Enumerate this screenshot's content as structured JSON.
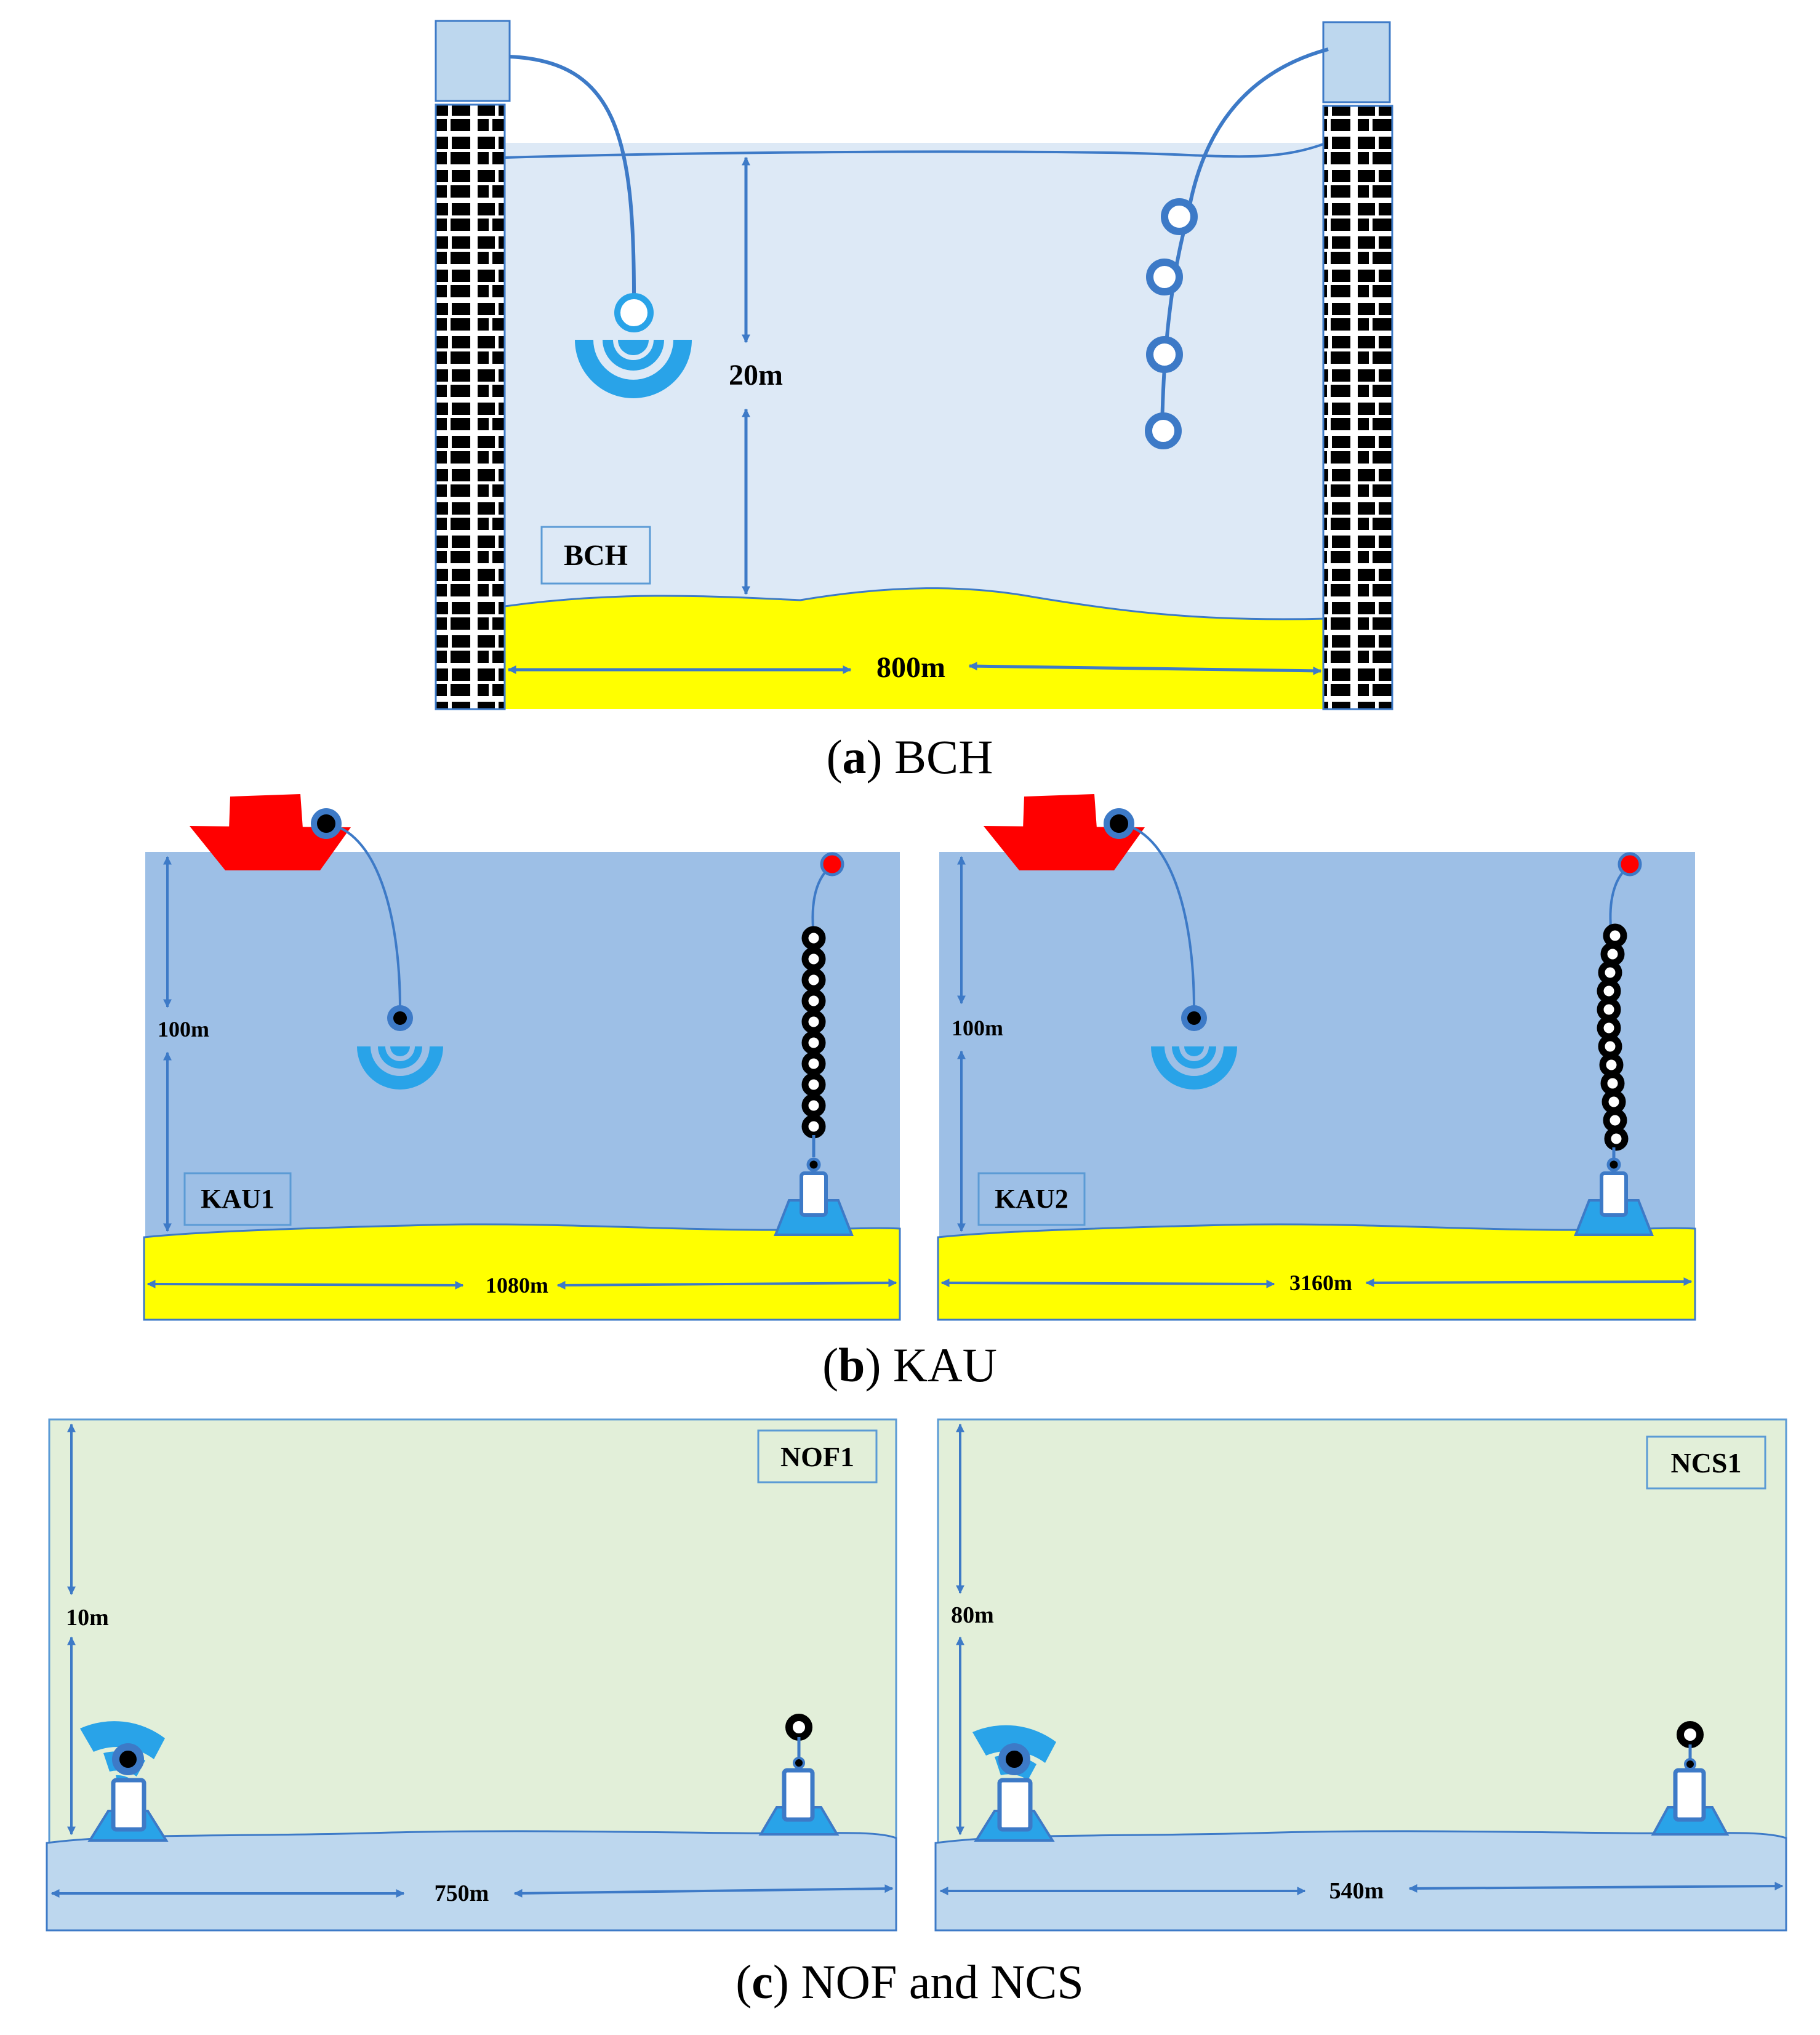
{
  "panels": {
    "a": {
      "caption": {
        "letter": "a",
        "text": " BCH"
      },
      "site_label": "BCH",
      "depth_label": "20m",
      "width_label": "800m"
    },
    "b": {
      "caption": {
        "letter": "b",
        "text": " KAU"
      },
      "left": {
        "site_label": "KAU1",
        "depth_label": "100m",
        "width_label": "1080m"
      },
      "right": {
        "site_label": "KAU2",
        "depth_label": "100m",
        "width_label": "3160m"
      }
    },
    "c": {
      "caption": {
        "letter": "c",
        "text": " NOF and NCS"
      },
      "left": {
        "site_label": "NOF1",
        "depth_label": "10m",
        "width_label": "750m"
      },
      "right": {
        "site_label": "NCS1",
        "depth_label": "80m",
        "width_label": "540m"
      }
    }
  },
  "colors": {
    "bch_water": "#dde9f6",
    "kau_water": "#9dbfe6",
    "nof_water": "#e2efd9",
    "seabed_sand": "#ffff00",
    "seabed_blue": "#bdd7ee",
    "arrow": "#3d7ac7",
    "icon_blue": "#29a3e8",
    "boat": "#ff0000",
    "buoy_red": "#ff0000"
  },
  "icons": [
    "brick-wall-icon",
    "sonar-transducer-icon",
    "hydrophone-string-icon",
    "boat-icon",
    "buoy-icon",
    "mooring-chain-icon",
    "bottom-lander-icon",
    "instrument-weight-icon"
  ]
}
